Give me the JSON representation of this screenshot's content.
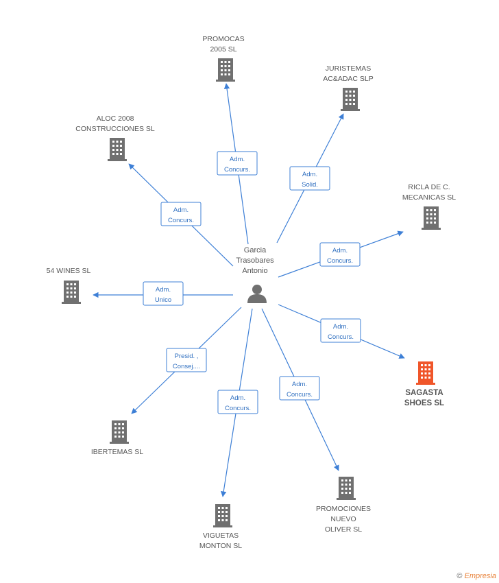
{
  "center": {
    "name_lines": [
      "Garcia",
      "Trasobares",
      "Antonio"
    ],
    "icon": "person-icon"
  },
  "colors": {
    "edge": "#3d7fd6",
    "building": "#707070",
    "focus_building": "#f0562a",
    "person": "#707070"
  },
  "companies": [
    {
      "id": "promocas",
      "name_lines": [
        "PROMOCAS",
        "2005 SL"
      ],
      "role_lines": [
        "Adm.",
        "Concurs."
      ],
      "focus": false,
      "icon": "building-icon"
    },
    {
      "id": "juristemas",
      "name_lines": [
        "JURISTEMAS",
        "AC&ADAC SLP"
      ],
      "role_lines": [
        "Adm.",
        "Solid."
      ],
      "focus": false,
      "icon": "building-icon"
    },
    {
      "id": "aloc",
      "name_lines": [
        "ALOC 2008",
        "CONSTRUCCIONES SL"
      ],
      "role_lines": [
        "Adm.",
        "Concurs."
      ],
      "focus": false,
      "icon": "building-icon"
    },
    {
      "id": "ricla",
      "name_lines": [
        "RICLA DE C.",
        "MECANICAS SL"
      ],
      "role_lines": [
        "Adm.",
        "Concurs."
      ],
      "focus": false,
      "icon": "building-icon"
    },
    {
      "id": "wines",
      "name_lines": [
        "54 WINES  SL"
      ],
      "role_lines": [
        "Adm.",
        "Unico"
      ],
      "focus": false,
      "icon": "building-icon"
    },
    {
      "id": "sagasta",
      "name_lines": [
        "SAGASTA",
        "SHOES SL"
      ],
      "role_lines": [
        "Adm.",
        "Concurs."
      ],
      "focus": true,
      "icon": "building-icon"
    },
    {
      "id": "ibertemas",
      "name_lines": [
        "IBERTEMAS SL"
      ],
      "role_lines": [
        "Presid. ,",
        "Consej...."
      ],
      "focus": false,
      "icon": "building-icon"
    },
    {
      "id": "viguetas",
      "name_lines": [
        "VIGUETAS",
        "MONTON SL"
      ],
      "role_lines": [
        "Adm.",
        "Concurs."
      ],
      "focus": false,
      "icon": "building-icon"
    },
    {
      "id": "promociones",
      "name_lines": [
        "PROMOCIONES",
        "NUEVO",
        "OLIVER SL"
      ],
      "role_lines": [
        "Adm.",
        "Concurs."
      ],
      "focus": false,
      "icon": "building-icon"
    }
  ],
  "footer": {
    "copyright_symbol": "©",
    "brand": "Empresia"
  }
}
